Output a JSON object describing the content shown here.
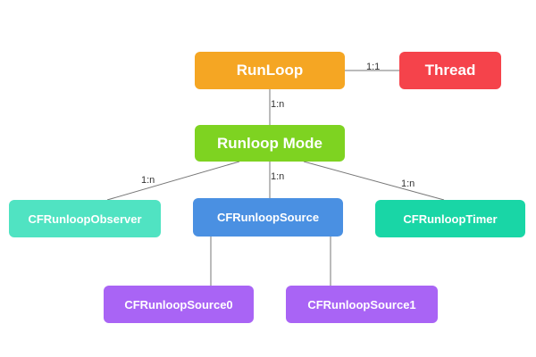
{
  "nodes": {
    "runloop": {
      "label": "RunLoop",
      "color": "#f5a623"
    },
    "thread": {
      "label": "Thread",
      "color": "#f5434b"
    },
    "mode": {
      "label": "Runloop Mode",
      "color": "#7ed321"
    },
    "observer": {
      "label": "CFRunloopObserver",
      "color": "#50e3c2"
    },
    "source": {
      "label": "CFRunloopSource",
      "color": "#4a90e2"
    },
    "timer": {
      "label": "CFRunloopTimer",
      "color": "#19d6a6"
    },
    "source0": {
      "label": "CFRunloopSource0",
      "color": "#a964f5"
    },
    "source1": {
      "label": "CFRunloopSource1",
      "color": "#a964f5"
    }
  },
  "edges": {
    "runloop_thread": "1:1",
    "runloop_mode": "1:n",
    "mode_observer": "1:n",
    "mode_source": "1:n",
    "mode_timer": "1:n"
  }
}
